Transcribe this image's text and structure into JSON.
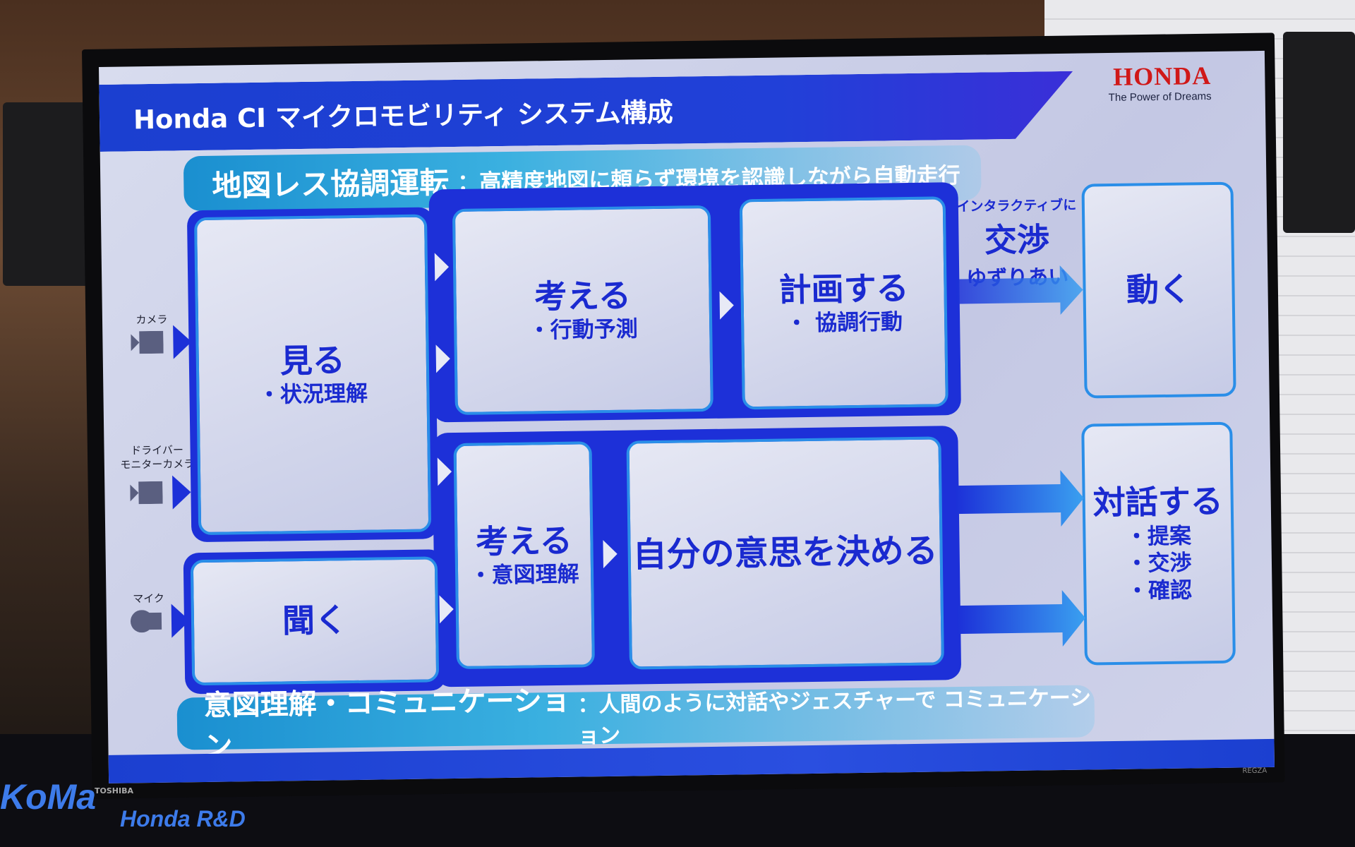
{
  "slide": {
    "title": "Honda CI マイクロモビリティ システム構成",
    "logo": {
      "wordmark": "HONDA",
      "tagline": "The Power of Dreams"
    },
    "top_banner": {
      "heading": "地図レス協調運転",
      "text": "：高精度地図に頼らず環境を認識しながら自動走行"
    },
    "bottom_banner": {
      "heading": "意図理解・コミュニケーション",
      "text": "：人間のように対話やジェスチャーで コミュニケーション"
    },
    "inputs": [
      {
        "label": "カメラ",
        "icon": "camera-icon"
      },
      {
        "label_line1": "ドライバー",
        "label_line2": "モニターカメラ",
        "icon": "camera-icon"
      },
      {
        "label": "マイク",
        "icon": "microphone-icon"
      }
    ],
    "boxes": {
      "see": {
        "title": "見る",
        "sub": "・状況理解"
      },
      "think_top": {
        "title": "考える",
        "sub": "・行動予測"
      },
      "plan": {
        "title": "計画する",
        "sub": "・ 協調行動"
      },
      "move": {
        "title": "動く"
      },
      "listen": {
        "title": "聞く"
      },
      "think_bottom": {
        "title": "考える",
        "sub": "・意図理解"
      },
      "decide": {
        "title": "自分の意思を決める"
      },
      "dialogue": {
        "title": "対話する",
        "items": [
          "・提案",
          "・交渉",
          "・確認"
        ]
      }
    },
    "interaction": {
      "top": "インタラクティブに",
      "main": "交渉",
      "bottom": "ゆずりあい"
    },
    "colors": {
      "primary": "#1d30d8",
      "box_border": "#2a8ee8",
      "logo_red": "#d01818"
    }
  },
  "environment": {
    "tv_brand": "TOSHIBA",
    "tv_model": "REGZA",
    "background_signs": [
      "KoMa",
      "Honda R&D"
    ]
  }
}
